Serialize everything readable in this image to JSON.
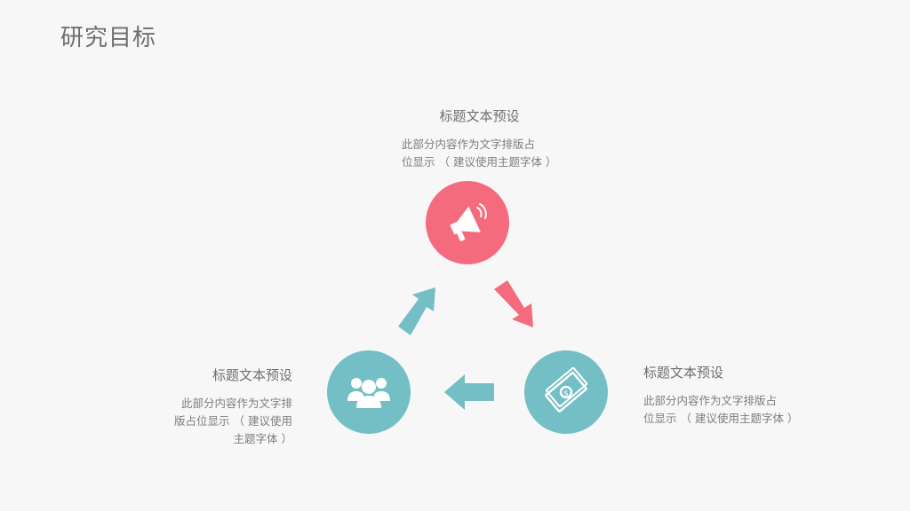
{
  "page": {
    "title": "研究目标"
  },
  "top": {
    "heading": "标题文本预设",
    "desc_line1": "此部分内容作为文字排版占",
    "desc_line2": "位显示 （ 建议使用主题字体 ）",
    "icon": "megaphone-icon",
    "color": "#f46b7e"
  },
  "left": {
    "heading": "标题文本预设",
    "desc_line1": "此部分内容作为文字排",
    "desc_line2": "版占位显示 （ 建议使用",
    "desc_line3": "主题字体 ）",
    "icon": "people-group-icon",
    "color": "#74bec5"
  },
  "right": {
    "heading": "标题文本预设",
    "desc_line1": "此部分内容作为文字排版占",
    "desc_line2": "位显示 （ 建议使用主题字体 ）",
    "icon": "money-bill-icon",
    "color": "#74bec5"
  },
  "arrows": {
    "left_to_top": "#74bec5",
    "top_to_right": "#f46b7e",
    "right_to_left": "#74bec5"
  }
}
